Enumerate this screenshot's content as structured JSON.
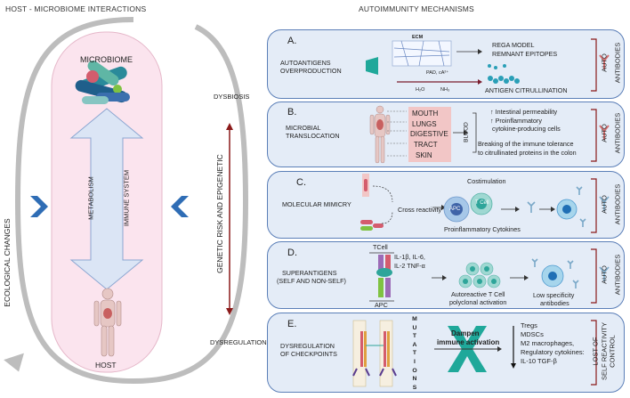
{
  "headers": {
    "left": "HOST - MICROBIOME INTERACTIONS",
    "right": "AUTOIMMUNITY MECHANISMS"
  },
  "left": {
    "microbiome": "MICROBIOME",
    "host": "HOST",
    "metabolism": "METABOLISM",
    "immune_system": "IMMUNE SYSTEM",
    "ecological_changes": "ECOLOGICAL CHANGES",
    "genetic_risk": "GENETIC RISK AND EPIGENETIC"
  },
  "middle": {
    "dysbiosis": "DYSBIOSIS",
    "dysregulation": "DYSREGULATION"
  },
  "panelA": {
    "letter": "A.",
    "title": "AUTOANTIGENS OVERPRODUCTION",
    "ecm": "ECM",
    "pad": "PAD, cA²⁺",
    "h2o": "H₂O",
    "nh3": "NH₃",
    "rega": "REGA MODEL",
    "remnant": "REMNANT EPITOPES",
    "citrullination": "ANTIGEN CITRULLINATION",
    "auto": "AUTO",
    "antibodies": "ANTIBODIES"
  },
  "panelB": {
    "letter": "B.",
    "title": "MICROBIAL TRANSLOCATION",
    "sites": [
      "MOUTH",
      "LUNGS",
      "DIGESTIVE",
      "TRACT",
      "SKIN"
    ],
    "blood": "BLOOD",
    "line1": "Intestinal permeability",
    "line2": "Proinflammatory",
    "line3": "cytokine-producing cells",
    "line4": "Breaking of the immune tolerance",
    "line5": "to citrullinated proteins in the colon",
    "auto": "AUTO",
    "antibodies": "ANTIBODIES"
  },
  "panelC": {
    "letter": "C.",
    "title": "MOLECULAR MIMICRY",
    "cross": "Cross reactivity",
    "costim": "Costimulation",
    "apc": "APC",
    "tcell": "T Cell",
    "cytokines": "Proinflammatory Cytokines",
    "auto": "AUTO",
    "antibodies": "ANTIBODIES"
  },
  "panelD": {
    "letter": "D.",
    "title1": "SUPERANTIGENS",
    "title2": "(SELF AND NON-SELF)",
    "tcell": "TCell",
    "apc": "APC",
    "il1": "IL-1β, IL-6,",
    "il2": "IL-2 TNF-α",
    "autoreactive1": "Autoreactive T Cell",
    "autoreactive2": "polyclonal activation",
    "low1": "Low specificity",
    "low2": "antibodies",
    "auto": "AUTO",
    "antibodies": "ANTIBODIES"
  },
  "panelE": {
    "letter": "E.",
    "title1": "DYSREGULATION",
    "title2": "OF CHECKPOINTS",
    "mutations": [
      "M",
      "U",
      "T",
      "A",
      "T",
      "I",
      "O",
      "N",
      "S"
    ],
    "dampen1": "Dampen",
    "dampen2": "immune activation",
    "list": [
      "Tregs",
      "MDSCs",
      "M2 macrophages,",
      "Regulatory cytokines:",
      "IL-10  TGF-β"
    ],
    "lost1": "LOST OF",
    "lost2": "SELF REACTIVITY",
    "lost3": "CONTROL"
  },
  "colors": {
    "panel_bg": "#e4ecf7",
    "panel_border": "#5b7fb8",
    "pink": "#f2c6c6",
    "arrow_blue": "#2f6db5",
    "dark_red": "#8b1a1a",
    "teal": "#1fa89a"
  }
}
